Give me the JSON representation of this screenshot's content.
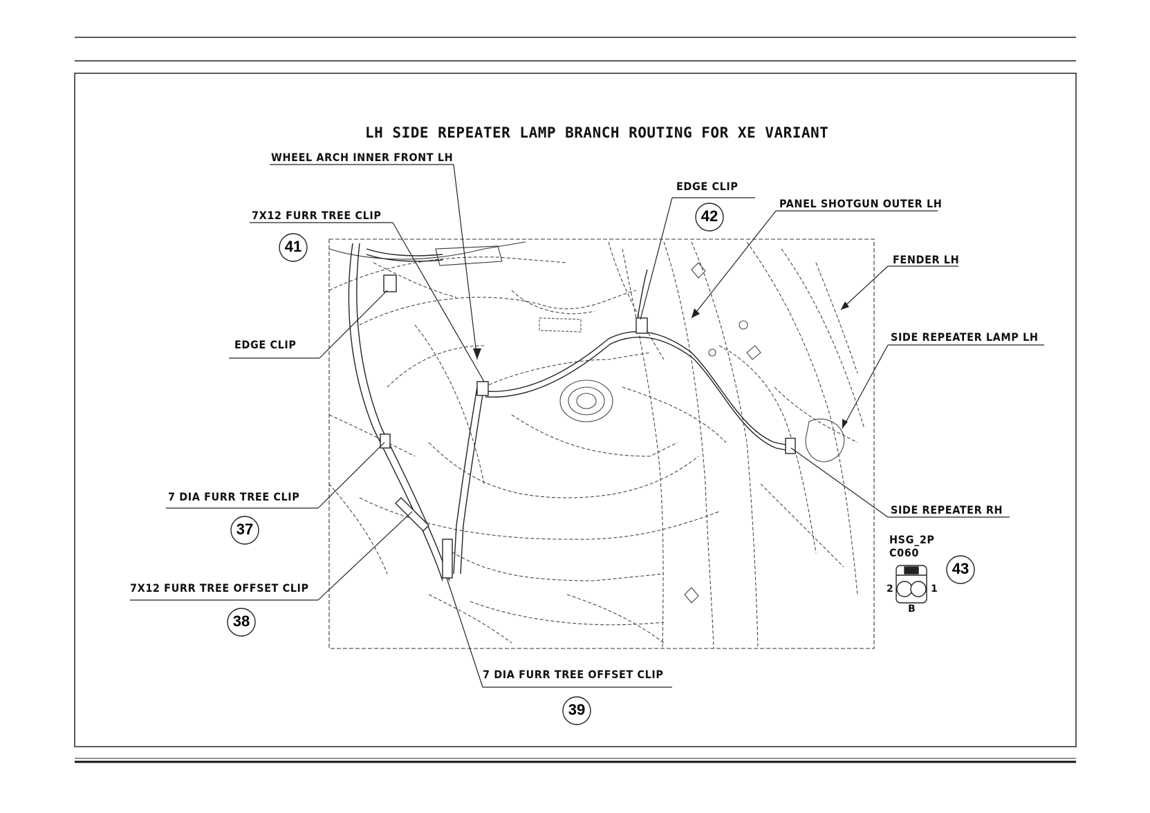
{
  "title": "LH SIDE REPEATER LAMP BRANCH ROUTING FOR XE VARIANT",
  "labels": {
    "wheel_arch": "WHEEL ARCH INNER FRONT LH",
    "edge_clip_top": "EDGE CLIP",
    "panel_shotgun": "PANEL SHOTGUN OUTER LH",
    "furr_7x12": "7X12 FURR TREE CLIP",
    "fender": "FENDER LH",
    "edge_clip_left": "EDGE CLIP",
    "side_repeater_lamp": "SIDE REPEATER LAMP LH",
    "furr_7dia": "7 DIA FURR TREE CLIP",
    "side_repeater_rh": "SIDE REPEATER RH",
    "furr_7x12_offset": "7X12 FURR TREE OFFSET CLIP",
    "furr_7dia_offset": "7 DIA FURR TREE OFFSET CLIP"
  },
  "balloons": {
    "b41": "41",
    "b42": "42",
    "b37": "37",
    "b38": "38",
    "b39": "39",
    "b43": "43"
  },
  "connector": {
    "name": "HSG_2P",
    "code": "C060",
    "pin2": "2",
    "pin1": "1",
    "key": "B"
  }
}
